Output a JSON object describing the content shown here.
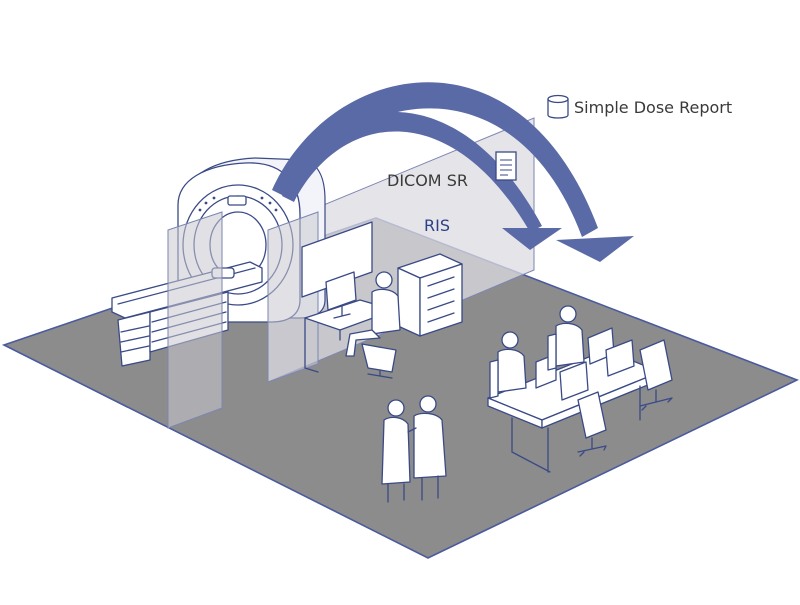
{
  "labels": {
    "simple_dose_report": "Simple Dose Report",
    "dicom_sr": "DICOM SR",
    "ris": "RIS"
  },
  "icons": [
    "database-icon",
    "document-icon"
  ],
  "colors": {
    "arrow": "#5a6aa6",
    "outline": "#3a4a86",
    "floor": "#8c8c8c",
    "floor_edge": "#4a5a9e",
    "partition": "#c9c9cf",
    "label_text": "#3a3a3a",
    "ris_text": "#2d3f86"
  }
}
